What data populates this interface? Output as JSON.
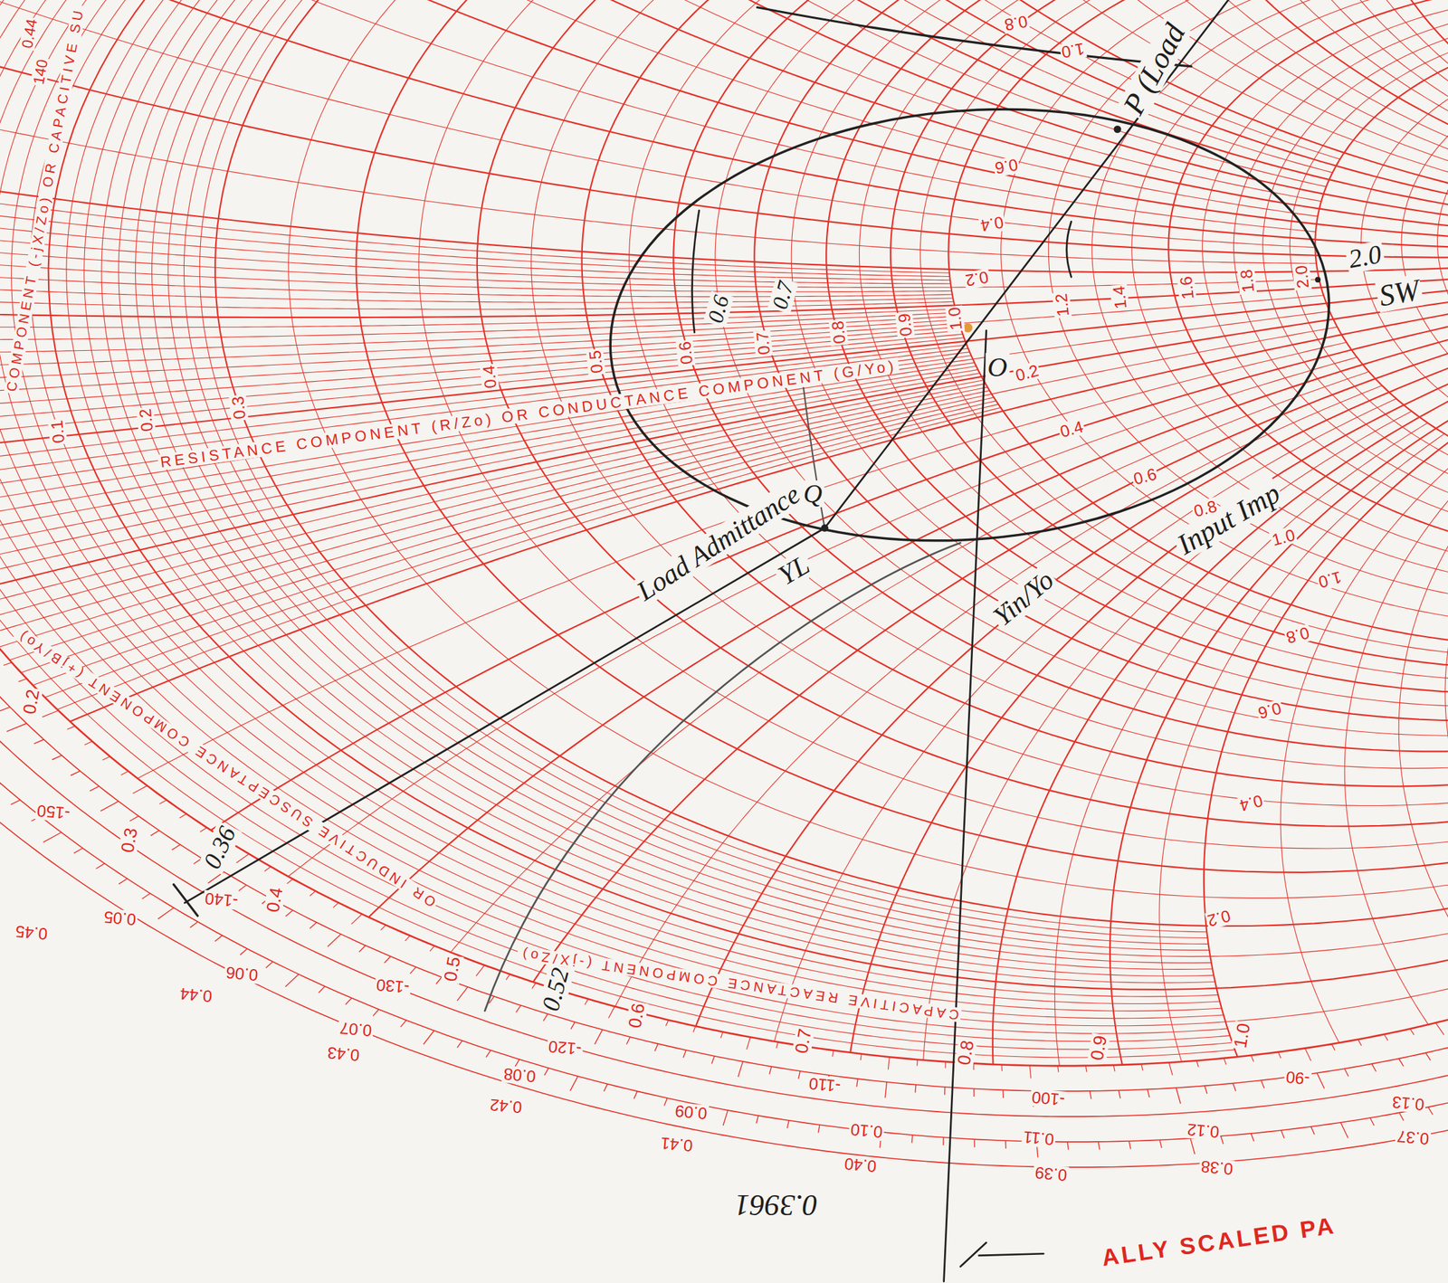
{
  "diagram": {
    "labels": [
      "P (Load",
      "2.0",
      "SW",
      "Load Admittance",
      "YL",
      "Q",
      "O",
      "Yin/Yo",
      "Input Imp",
      "0.6",
      "0.7",
      "0.36",
      "0.52",
      "0.3961",
      "0.1",
      "0.2",
      "0.3",
      "0.4",
      "0.5",
      "0.6",
      "0.7",
      "0.8",
      "0.9",
      "1.0",
      "1.2",
      "1.4",
      "1.6",
      "1.8",
      "2.0",
      "RESISTANCE COMPONENT (R/Zo) OR CONDUCTANCE COMPONENT (G/Yo)",
      "0.2",
      "0.4",
      "0.6",
      "0.8",
      "1.0",
      "0.2",
      "0.4",
      "0.6",
      "0.8",
      "1.0",
      "1.0",
      "0.8",
      "0.6",
      "0.4",
      "0.2",
      "0.2",
      "0.3",
      "0.4",
      "0.5",
      "0.6",
      "0.7",
      "0.8",
      "0.9",
      "1.0",
      "CAPACITIVE REACTANCE COMPONENT (-jX/Zo)",
      "OR INDUCTIVE SUSCEPTANCE COMPONENT (+jB/Yo)",
      "-150",
      "-140",
      "-130",
      "-120",
      "-110",
      "-100",
      "-90",
      "0.05",
      "0.06",
      "0.07",
      "0.08",
      "0.09",
      "0.10",
      "0.11",
      "0.12",
      "0.13",
      "0.45",
      "0.44",
      "0.43",
      "0.42",
      "0.41",
      "0.40",
      "0.39",
      "0.38",
      "0.37",
      "0.44",
      "140",
      "COMPONENT (-jX/Zo) OR CAPACITIVE SU",
      "ALLY SCALED PA"
    ]
  }
}
